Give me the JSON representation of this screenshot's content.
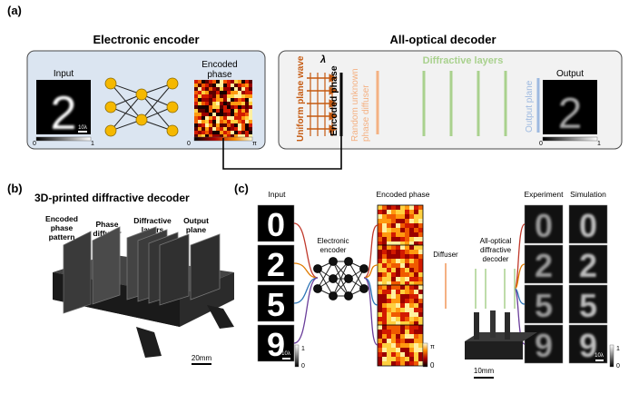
{
  "panel_a": {
    "label": "(a)",
    "encoder": {
      "title": "Electronic encoder",
      "input_label": "Input",
      "input_digit": "2",
      "scalebar": "10λ",
      "input_cbar_min": "0",
      "input_cbar_max": "1",
      "phase_label_1": "Encoded",
      "phase_label_2": "phase",
      "phase_cbar_min": "0",
      "phase_cbar_max": "π"
    },
    "decoder": {
      "title": "All-optical decoder",
      "lambda": "λ",
      "plane_wave": "Uniform plane wave",
      "encoded_phase": "Encoded phase",
      "diffuser_1": "Random unknown",
      "diffuser_2": "phase diffuser",
      "diffractive_layers": "Diffractive layers",
      "output_plane": "Output plane",
      "output_label": "Output",
      "output_digit": "2",
      "output_cbar_min": "0",
      "output_cbar_max": "1"
    }
  },
  "panel_b": {
    "label": "(b)",
    "title": "3D-printed diffractive decoder",
    "callouts": [
      "Encoded\nphase\npattern",
      "Phase\ndiffuser",
      "Diffractive\nlayers",
      "Output\nplane"
    ],
    "scalebar": "20mm"
  },
  "panel_c": {
    "label": "(c)",
    "input_header": "Input",
    "encoded_header": "Encoded phase",
    "experiment_header": "Experiment",
    "simulation_header": "Simulation",
    "digits": [
      "0",
      "2",
      "5",
      "9"
    ],
    "electronic_encoder_1": "Electronic",
    "electronic_encoder_2": "encoder",
    "diffuser": "Diffuser",
    "decoder_1": "All-optical",
    "decoder_2": "diffractive",
    "decoder_3": "decoder",
    "input_cbar_max": "1",
    "input_cbar_min": "0",
    "phase_cbar_max": "π",
    "phase_cbar_min": "0",
    "out_cbar_max": "1",
    "out_cbar_min": "0",
    "scalebar_input": "10λ",
    "scalebar_out": "10λ",
    "scalebar_photo": "10mm"
  },
  "colors": {
    "encoder_bg": "#dbe5f1",
    "decoder_bg": "#f2f2f2",
    "node": "#f5b800",
    "wave": "#c55a11",
    "diffuser": "#f4b183",
    "layers": "#a9d18e",
    "output_plane": "#9db9e0"
  }
}
